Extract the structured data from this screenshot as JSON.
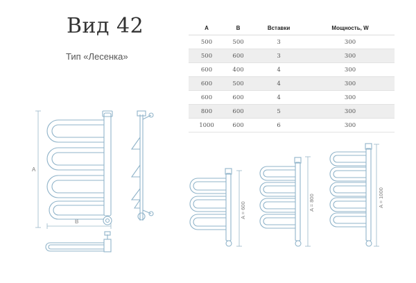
{
  "title": "Вид 42",
  "subtitle": "Тип «Лесенка»",
  "table": {
    "headers": [
      "A",
      "B",
      "Вставки",
      "Мощность, W"
    ],
    "rows": [
      [
        "500",
        "500",
        "3",
        "300"
      ],
      [
        "500",
        "600",
        "3",
        "300"
      ],
      [
        "600",
        "400",
        "4",
        "300"
      ],
      [
        "600",
        "500",
        "4",
        "300"
      ],
      [
        "600",
        "600",
        "4",
        "300"
      ],
      [
        "800",
        "600",
        "5",
        "300"
      ],
      [
        "1000",
        "600",
        "6",
        "300"
      ]
    ]
  },
  "drawing_labels": {
    "dim_a": "A",
    "dim_b": "B",
    "variant_600": "A = 600",
    "variant_800": "A = 800",
    "variant_1000": "A = 1000"
  },
  "colors": {
    "stroke": "#8fb3c9",
    "dimension": "#9ab6c8"
  }
}
